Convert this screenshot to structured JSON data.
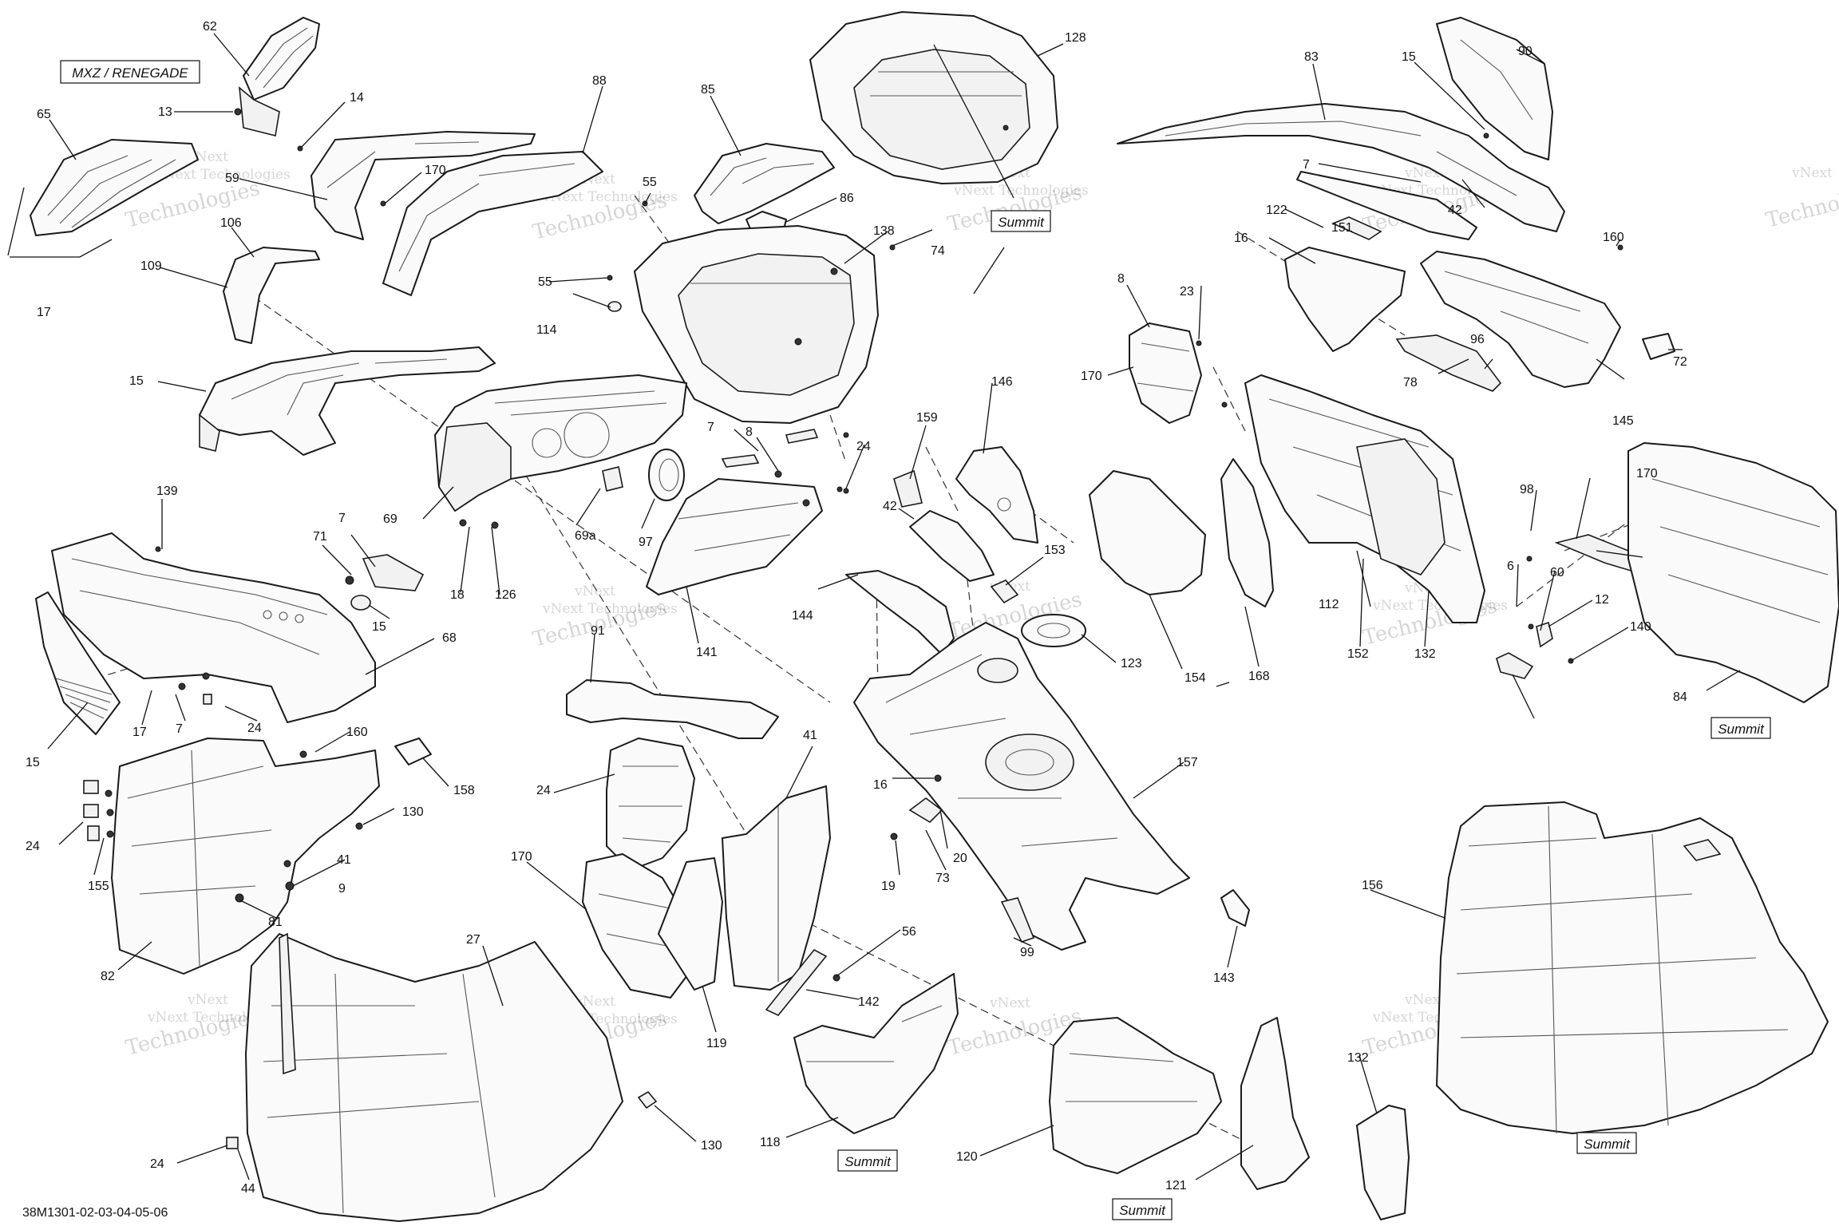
{
  "diagram": {
    "model_label": "MXZ / RENEGADE",
    "variant_label": "Summit",
    "reference": "38M1301-02-03-04-05-06",
    "watermark": {
      "line1": "vNext",
      "line2": "Technologies",
      "line3": "vNext Technologies"
    },
    "callouts": [
      "62",
      "65",
      "13",
      "14",
      "88",
      "85",
      "128",
      "83",
      "15",
      "90",
      "59",
      "170",
      "55",
      "86",
      "7",
      "122",
      "42",
      "106",
      "109",
      "17",
      "74",
      "138",
      "151",
      "16",
      "160",
      "72",
      "15",
      "55",
      "114",
      "8",
      "23",
      "170",
      "96",
      "78",
      "145",
      "159",
      "146",
      "7",
      "8",
      "24",
      "139",
      "7",
      "71",
      "69",
      "69a",
      "97",
      "42",
      "15",
      "18",
      "126",
      "141",
      "144",
      "153",
      "154",
      "168",
      "112",
      "152",
      "132",
      "6",
      "60",
      "12",
      "140",
      "170",
      "98",
      "84",
      "68",
      "123",
      "91",
      "15",
      "17",
      "7",
      "24",
      "160",
      "158",
      "41",
      "130",
      "24",
      "155",
      "24",
      "41",
      "9",
      "16",
      "20",
      "19",
      "73",
      "157",
      "170",
      "81",
      "82",
      "27",
      "56",
      "142",
      "143",
      "99",
      "156",
      "119",
      "118",
      "120",
      "121",
      "132",
      "130",
      "24",
      "44"
    ]
  }
}
